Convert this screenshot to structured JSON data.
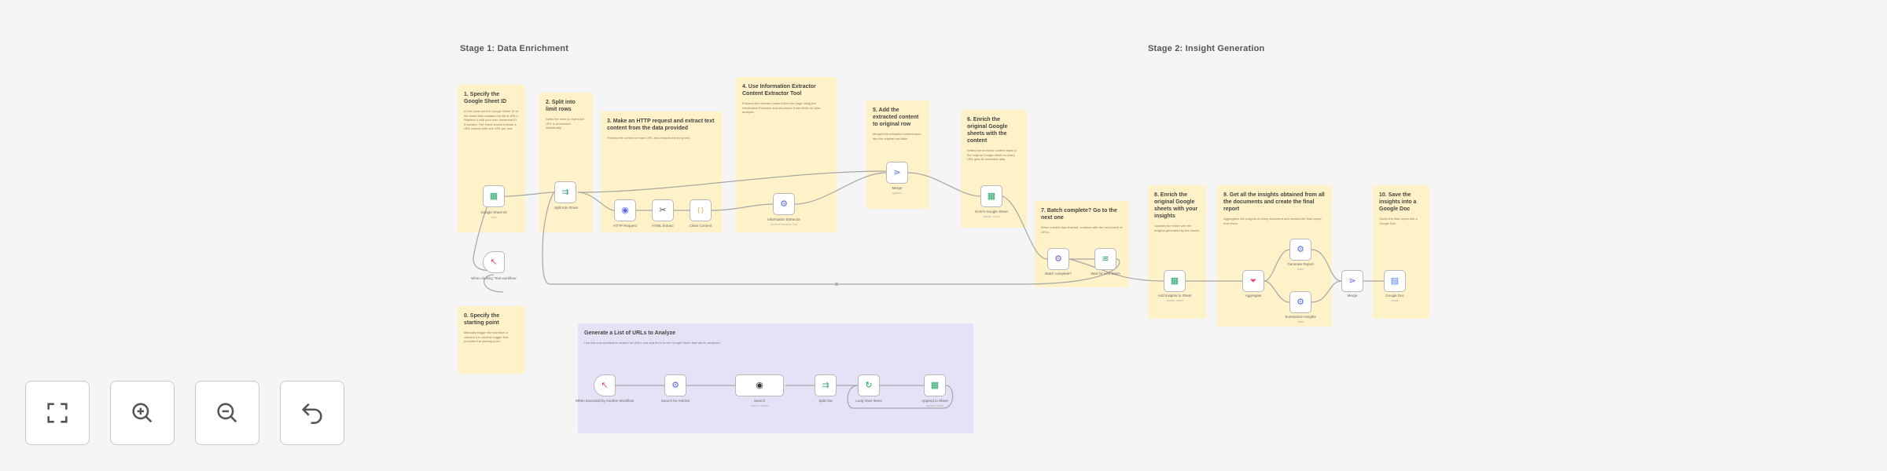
{
  "stages": [
    {
      "title": "Stage 1: Data Enrichment"
    },
    {
      "title": "Stage 2: Insight Generation"
    }
  ],
  "stickies": [
    {
      "title": "1. Specify the Google Sheet ID",
      "text": "In this node set the Google Sheet ID of the sheet that contains the list of URLs. Replace it with your own document ID if needed. The sheet should include a URL column with one URL per row."
    },
    {
      "title": "2. Split into limit rows",
      "text": "Splits the rows so that each URL is processed individually."
    },
    {
      "title": "3. Make an HTTP request and extract text content from the data provided",
      "text": "Fetches the content of each URL and extracts the body text."
    },
    {
      "title": "4. Use Information Extractor Content Extractor Tool",
      "text": "Extracts the relevant content from the page using the Information Extractor and structures it into fields for later analysis."
    },
    {
      "title": "5. Add the extracted content to original row",
      "text": "Merges the extracted content back into the original row data."
    },
    {
      "title": "6. Enrich the original Google sheets with the content",
      "text": "Writes the enriched content back to the original Google sheet so every URL gets its extracted data."
    },
    {
      "title": "7. Batch complete? Go to the next one",
      "text": "When a batch has finished, continue with the next batch of URLs."
    },
    {
      "title": "8. Enrich the original Google sheets with your insights",
      "text": "Updates the sheet with the insights generated by the model."
    },
    {
      "title": "9. Get all the insights obtained from all the documents and create the final report",
      "text": "Aggregates the insights of every document and creates the final report from them."
    },
    {
      "title": "10. Save the insights into a Google Doc",
      "text": "Saves the final report into a Google Doc."
    },
    {
      "title": "0. Specify the starting point",
      "text": "Manually trigger the workflow or connect it to another trigger that provides the starting point."
    },
    {
      "title": "Generate a List of URLs to Analyze",
      "text": "Use this sub-workflow to search for URLs and add them to the Google Sheet that will be analyzed."
    }
  ],
  "nodes": {
    "sheet_id": {
      "icon": "sheets-icon",
      "label": "Google Sheet ID",
      "sub": "read"
    },
    "trigger": {
      "icon": "cursor-icon",
      "label": "When clicking 'Test workflow'",
      "sub": ""
    },
    "split": {
      "icon": "split-icon",
      "label": "Split Into Rows",
      "sub": ""
    },
    "http": {
      "icon": "globe-icon",
      "label": "HTTP Request",
      "sub": ""
    },
    "html": {
      "icon": "scissors-icon",
      "label": "HTML Extract",
      "sub": ""
    },
    "code": {
      "icon": "code-icon",
      "label": "Clean Content",
      "sub": ""
    },
    "extractor": {
      "icon": "robot-icon",
      "label": "Information Extractor",
      "sub": "Content Extractor Tool"
    },
    "merge": {
      "icon": "merge-icon",
      "label": "Merge",
      "sub": "append"
    },
    "enrich": {
      "icon": "sheets-icon",
      "label": "Enrich Google Sheet",
      "sub": "update: sheet"
    },
    "batch": {
      "icon": "gear-icon",
      "label": "Batch complete?",
      "sub": ""
    },
    "wait": {
      "icon": "wifi-icon",
      "label": "Wait for next batch",
      "sub": ""
    },
    "insights_sheet": {
      "icon": "sheets-icon",
      "label": "Add Insights to Sheet",
      "sub": "update: sheet"
    },
    "aggregate": {
      "icon": "funnel-icon",
      "label": "Aggregate",
      "sub": ""
    },
    "gen_a": {
      "icon": "robot-icon",
      "label": "Generate Report",
      "sub": "chain"
    },
    "gen_b": {
      "icon": "robot-icon",
      "label": "Summarize Insights",
      "sub": "chain"
    },
    "merge2": {
      "icon": "merge-icon",
      "label": "Merge",
      "sub": ""
    },
    "doc": {
      "icon": "doc-icon",
      "label": "Google Doc",
      "sub": "create"
    },
    "sub_trigger": {
      "icon": "cursor-icon",
      "label": "When Executed by Another Workflow",
      "sub": ""
    },
    "search": {
      "icon": "robot-icon",
      "label": "Search for Articles",
      "sub": ""
    },
    "serp": {
      "icon": "globe-icon",
      "label": "Search",
      "sub": "search: results"
    },
    "filter": {
      "icon": "split-icon",
      "label": "Split Out",
      "sub": ""
    },
    "loop": {
      "icon": "loop-icon",
      "label": "Loop Over Items",
      "sub": ""
    },
    "append": {
      "icon": "sheets-icon",
      "label": "Append to Sheet",
      "sub": "append: sheet"
    }
  },
  "icons": {
    "sheets-icon": "▦",
    "cursor-icon": "↖",
    "split-icon": "⇉",
    "globe-icon": "◉",
    "scissors-icon": "✂",
    "code-icon": "{ }",
    "robot-icon": "⚙",
    "merge-icon": "⋗",
    "gear-icon": "⚙",
    "wifi-icon": "≋",
    "funnel-icon": "⏷",
    "doc-icon": "▤",
    "loop-icon": "↻"
  },
  "controls": [
    {
      "name": "fit-view-button",
      "icon": "fit-icon"
    },
    {
      "name": "zoom-in-button",
      "icon": "zoom-in-icon"
    },
    {
      "name": "zoom-out-button",
      "icon": "zoom-out-icon"
    },
    {
      "name": "reset-zoom-button",
      "icon": "undo-icon"
    }
  ],
  "colors": {
    "sticky_yellow": "#fff2c8",
    "sticky_purple": "#e6e1f6",
    "sheets_green": "#1ea362",
    "n8n_blue": "#5b6ee1",
    "orange": "#ff9b3d",
    "pink": "#e8457d"
  }
}
